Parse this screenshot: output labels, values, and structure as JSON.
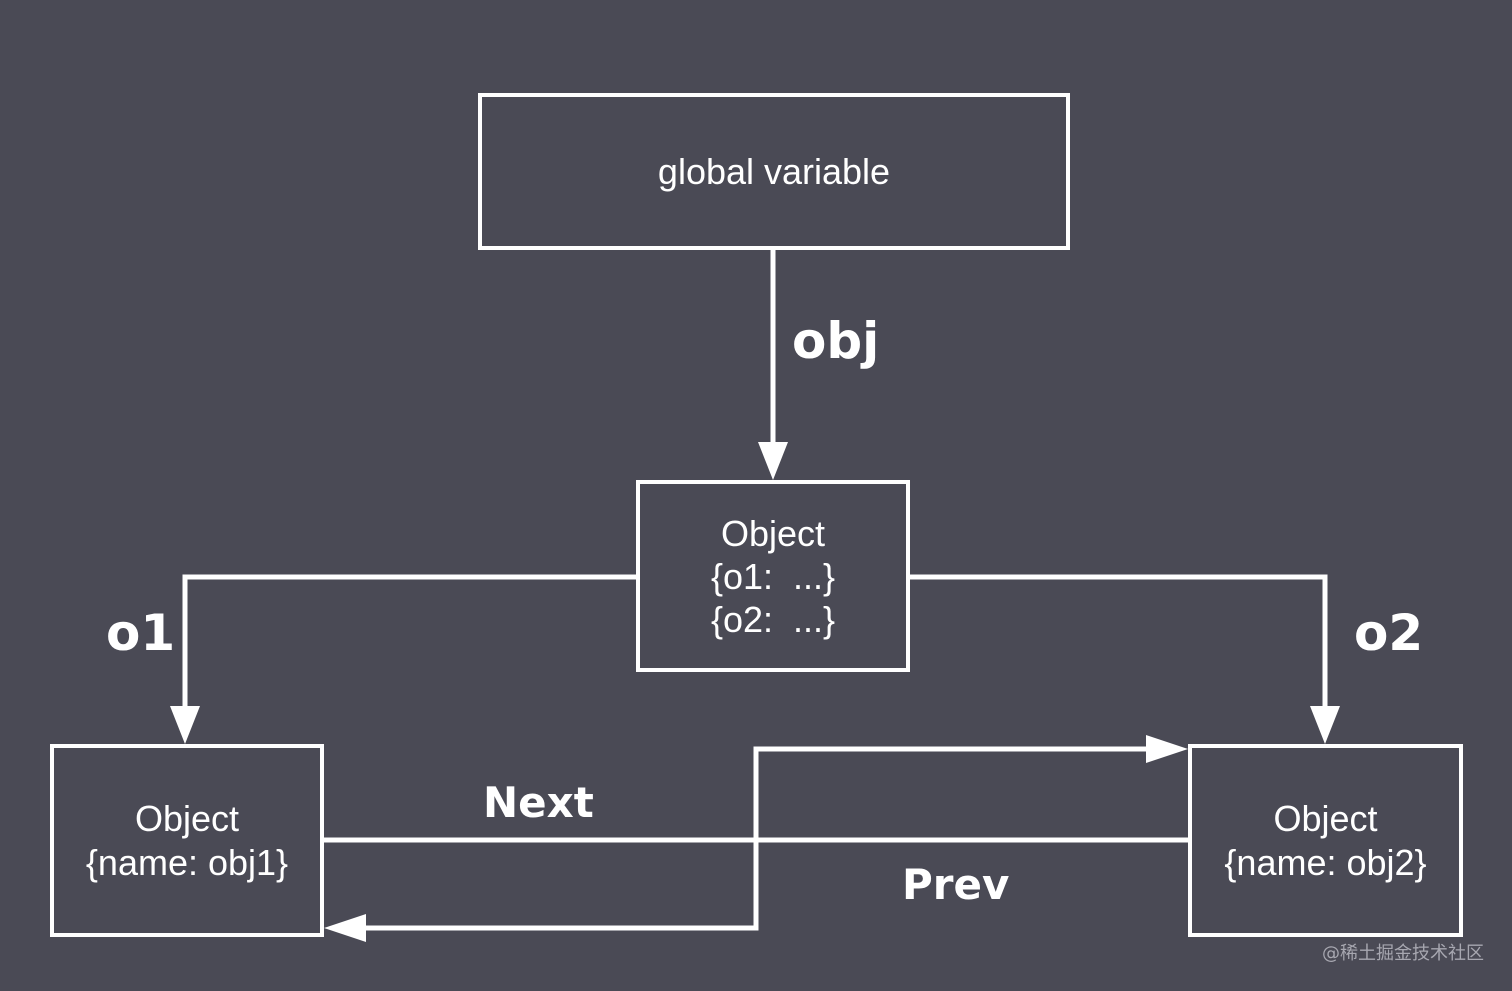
{
  "diagram": {
    "nodes": {
      "global": {
        "text": "global variable"
      },
      "root": {
        "line1": "Object",
        "line2": "{o1:  ...}",
        "line3": "{o2:  ...}"
      },
      "obj1": {
        "line1": "Object",
        "line2": "{name: obj1}"
      },
      "obj2": {
        "line1": "Object",
        "line2": "{name: obj2}"
      }
    },
    "edges": {
      "obj": "obj",
      "o1": "o1",
      "o2": "o2",
      "next": "Next",
      "prev": "Prev"
    },
    "colors": {
      "background": "#4a4a55",
      "stroke": "#ffffff",
      "text": "#ffffff"
    }
  },
  "watermark": "@稀土掘金技术社区"
}
